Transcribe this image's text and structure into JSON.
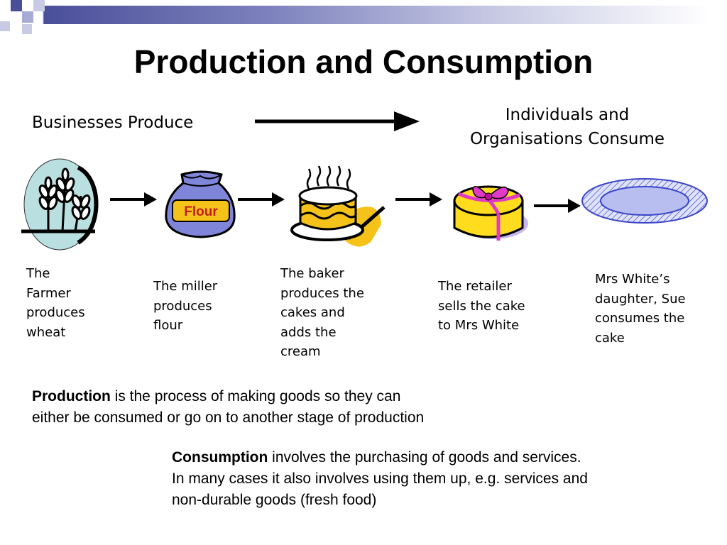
{
  "title": "Production and Consumption",
  "flow": {
    "left_label": "Businesses Produce",
    "right_label_line1": "Individuals and",
    "right_label_line2": "Organisations Consume"
  },
  "flour_text": "Flour",
  "stages": [
    {
      "icon": "wheat-icon",
      "lines": [
        "The",
        "Farmer",
        "produces",
        "wheat"
      ]
    },
    {
      "icon": "flour-sack-icon",
      "lines": [
        "The miller",
        "produces",
        "flour"
      ]
    },
    {
      "icon": "cake-icon",
      "lines": [
        "The baker",
        "produces the",
        "cakes and",
        "adds the",
        "cream"
      ]
    },
    {
      "icon": "gift-cake-box-icon",
      "lines": [
        "The retailer",
        "sells the cake",
        "to Mrs White"
      ]
    },
    {
      "icon": "plate-icon",
      "lines": [
        "Mrs White’s",
        "daughter, Sue",
        "consumes the",
        "cake"
      ]
    }
  ],
  "definitions": {
    "production_term": "Production",
    "production_text_1": " is the process of making goods so they can",
    "production_text_2": "either be consumed or go on to another stage of production",
    "consumption_term": "Consumption",
    "consumption_text_1": " involves the purchasing of goods and services.",
    "consumption_text_2": "In many cases it also involves using them up, e.g. services and",
    "consumption_text_3": "non-durable goods (fresh food)"
  },
  "colors": {
    "accent": "#4a4f9a",
    "wheat_bg": "#b9dfe0",
    "flour_sack": "#7f86d9",
    "flour_label": "#f5c21a",
    "cake_box": "#ffdd1e",
    "ribbon": "#e23ac8",
    "plate": "#b8bff0"
  }
}
